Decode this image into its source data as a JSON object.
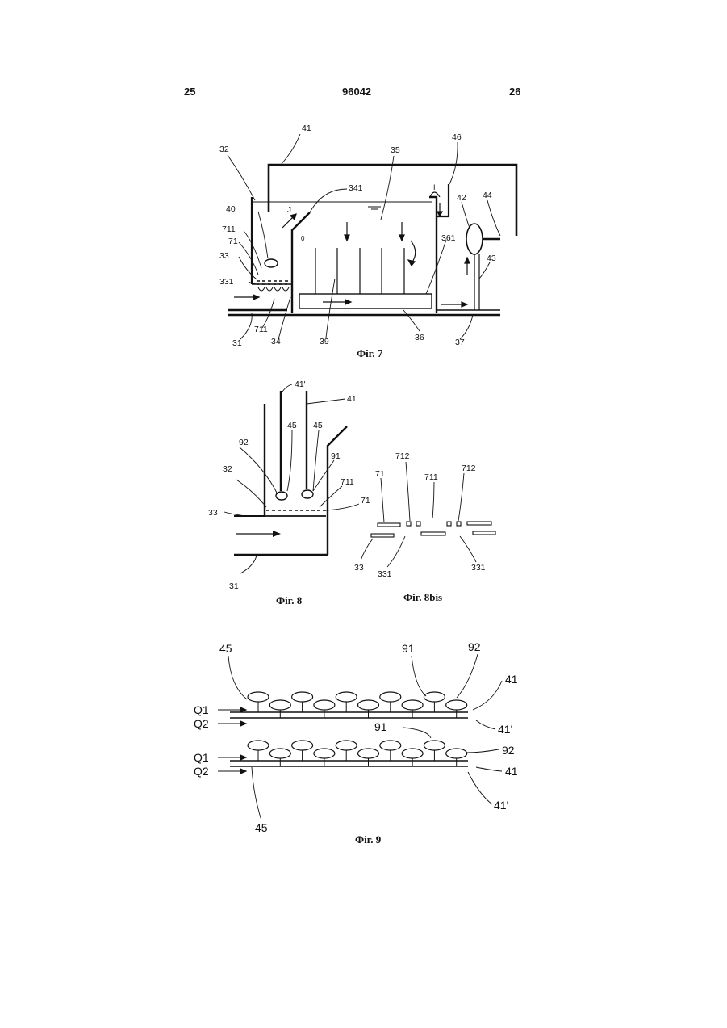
{
  "header": {
    "left_page": "25",
    "doc_number": "96042",
    "right_page": "26"
  },
  "fig7": {
    "caption": "Фіг. 7",
    "labels": [
      "41",
      "32",
      "35",
      "46",
      "341",
      "40",
      "J",
      "I",
      "42",
      "44",
      "711",
      "71",
      "33",
      "331",
      "361",
      "43",
      "31",
      "711",
      "34",
      "39",
      "36",
      "37",
      "0"
    ]
  },
  "fig8": {
    "caption": "Фіг. 8",
    "labels": [
      "41'",
      "41",
      "45",
      "45",
      "92",
      "91",
      "32",
      "711",
      "33",
      "71",
      "31"
    ]
  },
  "fig8bis": {
    "caption": "Фіг. 8bis",
    "labels": [
      "712",
      "711",
      "712",
      "71",
      "33",
      "331",
      "331"
    ]
  },
  "fig9": {
    "caption": "Фіг. 9",
    "labels": [
      "45",
      "91",
      "92",
      "41",
      "Q1",
      "Q2",
      "41'",
      "91",
      "92",
      "Q1",
      "41",
      "Q2",
      "41'",
      "45"
    ]
  }
}
